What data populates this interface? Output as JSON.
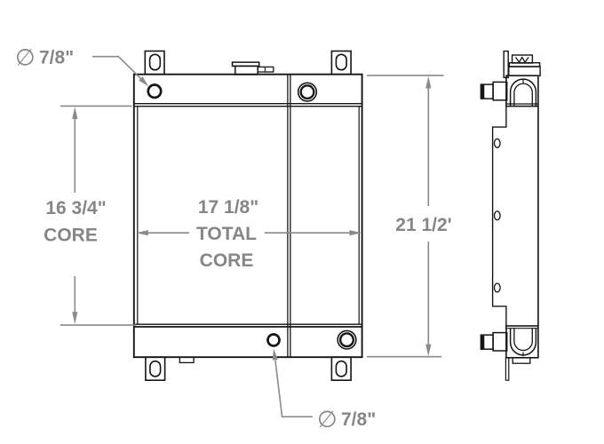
{
  "page": {
    "type": "technical-drawing",
    "subject": "radiator-two-view-dimension-drawing",
    "background": "#ffffff"
  },
  "colors": {
    "outline": "#151515",
    "dimension": "#8a8a8a",
    "dimension_text": "#868686"
  },
  "annotations": {
    "top_hole": {
      "symbol": "∅",
      "value": "7/8\""
    },
    "bottom_hole": {
      "symbol": "∅",
      "value": "7/8\""
    },
    "core_height": {
      "value": "16 3/4\"",
      "label": "CORE"
    },
    "total_core": {
      "value": "17 1/8\"",
      "label_line1": "TOTAL",
      "label_line2": "CORE"
    },
    "overall_height": {
      "value": "21 1/2'"
    }
  }
}
